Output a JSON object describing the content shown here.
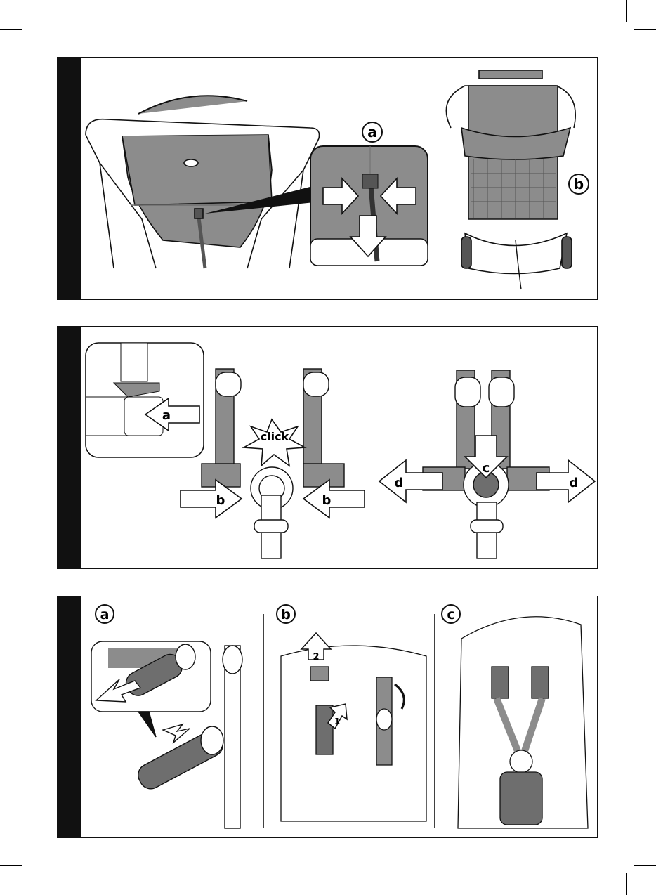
{
  "panel1": {
    "callout_a": "a",
    "callout_b": "b"
  },
  "panel2": {
    "arrow_a": "a",
    "click": "click",
    "arrow_b_left": "b",
    "arrow_b_right": "b",
    "arrow_c": "c",
    "arrow_d_left": "d",
    "arrow_d_right": "d"
  },
  "panel3": {
    "step_a": "a",
    "step_b": "b",
    "step_c": "c",
    "arrow_1": "1",
    "arrow_2": "2"
  },
  "colors": {
    "fabric": "#8c8c8c",
    "fabric_dark": "#6e6e6e",
    "outline": "#111111",
    "panel_bar": "#111111"
  }
}
